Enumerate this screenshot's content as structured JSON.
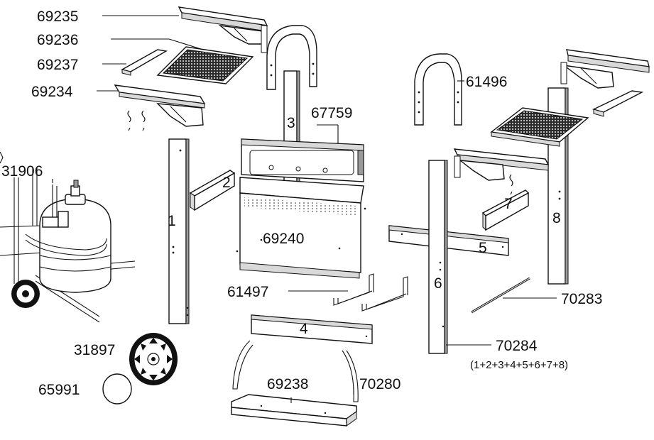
{
  "diagram": {
    "callouts": {
      "p69235": "69235",
      "p69236": "69236",
      "p69237": "69237",
      "p69234": "69234",
      "p31906": "31906",
      "p67759": "67759",
      "p61496": "61496",
      "p69240": "69240",
      "p61497": "61497",
      "p70283": "70283",
      "p70284": "70284",
      "p70284_note": "(1+2+3+4+5+6+7+8)",
      "p31897": "31897",
      "p65991": "65991",
      "p69238": "69238",
      "p70280": "70280"
    },
    "numbers": {
      "n1": "1",
      "n2": "2",
      "n3": "3",
      "n4": "4",
      "n5": "5",
      "n6": "6",
      "n7": "7",
      "n8": "8"
    }
  }
}
